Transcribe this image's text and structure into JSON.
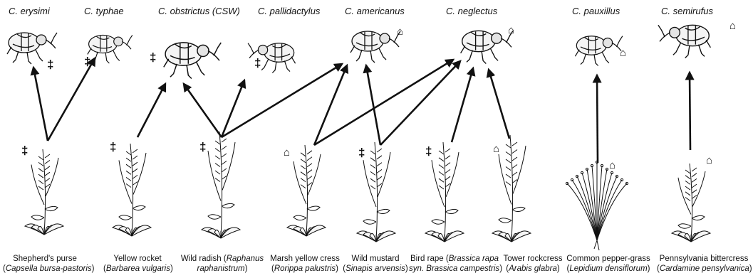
{
  "symbols": {
    "double_dagger": "‡",
    "house": "⌂"
  },
  "weevils": [
    {
      "id": "erysimi",
      "name": "C. erysimi",
      "marker": "double_dagger"
    },
    {
      "id": "typhae",
      "name": "C. typhae",
      "marker": "double_dagger"
    },
    {
      "id": "obstrictus",
      "name": "C. obstrictus (CSW)",
      "marker": "double_dagger"
    },
    {
      "id": "pallidactylus",
      "name": "C. pallidactylus",
      "marker": "double_dagger"
    },
    {
      "id": "americanus",
      "name": "C. americanus",
      "marker": "house"
    },
    {
      "id": "neglectus",
      "name": "C. neglectus",
      "marker": "house"
    },
    {
      "id": "pauxillus",
      "name": "C. pauxillus",
      "marker": "house"
    },
    {
      "id": "semirufus",
      "name": "C. semirufus",
      "marker": "house"
    }
  ],
  "plants": [
    {
      "id": "shepherds-purse",
      "common": "Shepherd's purse",
      "sci": "Capsella bursa-pastoris",
      "marker": "double_dagger"
    },
    {
      "id": "yellow-rocket",
      "common": "Yellow rocket",
      "sci": "Barbarea vulgaris",
      "marker": "double_dagger"
    },
    {
      "id": "wild-radish",
      "common": "Wild radish (",
      "common_sci": "Raphanus",
      "sci": "raphanistrum",
      "marker": "double_dagger"
    },
    {
      "id": "marsh-yellow-cress",
      "common": "Marsh yellow cress",
      "sci": "Rorippa palustris",
      "marker": "house"
    },
    {
      "id": "wild-mustard",
      "common": "Wild mustard",
      "sci": "Sinapis arvensis",
      "marker": "double_dagger"
    },
    {
      "id": "bird-rape",
      "common": "Bird rape (",
      "common_sci": "Brassica rapa",
      "sci": "syn. Brassica campestris",
      "marker": "double_dagger"
    },
    {
      "id": "tower-rockcress",
      "common": "Tower rockcress",
      "sci": "Arabis glabra",
      "marker": "house"
    },
    {
      "id": "common-pepper-grass",
      "common": "Common pepper-grass",
      "sci": "Lepidium densiflorum",
      "marker": "house"
    },
    {
      "id": "pennsylvania-bittercress",
      "common": "Pennsylvania bittercress",
      "sci": "Cardamine pensylvanica",
      "marker": "house"
    }
  ],
  "links": [
    {
      "from": "shepherds-purse",
      "to": "erysimi"
    },
    {
      "from": "shepherds-purse",
      "to": "typhae"
    },
    {
      "from": "yellow-rocket",
      "to": "obstrictus"
    },
    {
      "from": "wild-radish",
      "to": "obstrictus"
    },
    {
      "from": "wild-radish",
      "to": "pallidactylus"
    },
    {
      "from": "wild-radish",
      "to": "americanus"
    },
    {
      "from": "marsh-yellow-cress",
      "to": "americanus"
    },
    {
      "from": "marsh-yellow-cress",
      "to": "neglectus"
    },
    {
      "from": "wild-mustard",
      "to": "americanus"
    },
    {
      "from": "wild-mustard",
      "to": "neglectus"
    },
    {
      "from": "bird-rape",
      "to": "neglectus"
    },
    {
      "from": "tower-rockcress",
      "to": "neglectus"
    },
    {
      "from": "common-pepper-grass",
      "to": "pauxillus"
    },
    {
      "from": "pennsylvania-bittercress",
      "to": "semirufus"
    }
  ]
}
